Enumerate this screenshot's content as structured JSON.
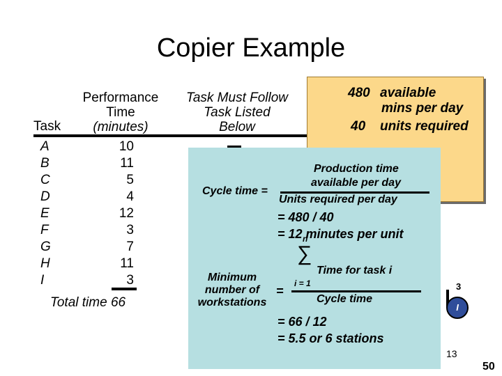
{
  "title": "Copier Example",
  "table": {
    "task_header": "Task",
    "perf_header": [
      "Performance",
      "Time",
      "(minutes)"
    ],
    "follow_header": [
      "Task Must Follow",
      "Task Listed",
      "Below"
    ],
    "rows": [
      {
        "task": "A",
        "time": "10"
      },
      {
        "task": "B",
        "time": "11"
      },
      {
        "task": "C",
        "time": "5"
      },
      {
        "task": "D",
        "time": "4"
      },
      {
        "task": "E",
        "time": "12"
      },
      {
        "task": "F",
        "time": "3"
      },
      {
        "task": "G",
        "time": "7"
      },
      {
        "task": "H",
        "time": "11"
      },
      {
        "task": "I",
        "time": "3"
      }
    ],
    "total": "Total time 66"
  },
  "available_box": {
    "minutes_value": "480",
    "minutes_label": "available",
    "minutes_label2": "mins per day",
    "units_value": "40",
    "units_label": "units required"
  },
  "cycle": {
    "numerator_line1": "Production time",
    "numerator_line2": "available per day",
    "label": "Cycle time =",
    "denominator": "Units required per day",
    "calc1": "= 480 / 40",
    "calc2": "= 12 minutes per unit"
  },
  "workstations": {
    "label": [
      "Minimum",
      "number of",
      "workstations"
    ],
    "equals": "=",
    "sigma": "∑",
    "sum_top": "n",
    "sum_bottom": "i = 1",
    "numerator": "Time for task i",
    "denominator": "Cycle time",
    "result1": "= 66 / 12",
    "result2": "= 5.5 or 6 stations"
  },
  "partial": {
    "node_label": "I",
    "node_time": "3",
    "fragment": "13"
  },
  "slide_number": "50",
  "colors": {
    "yellow_box": "#fcd88a",
    "teal_box": "#b6dfe1",
    "node": "#2f4d9a"
  }
}
